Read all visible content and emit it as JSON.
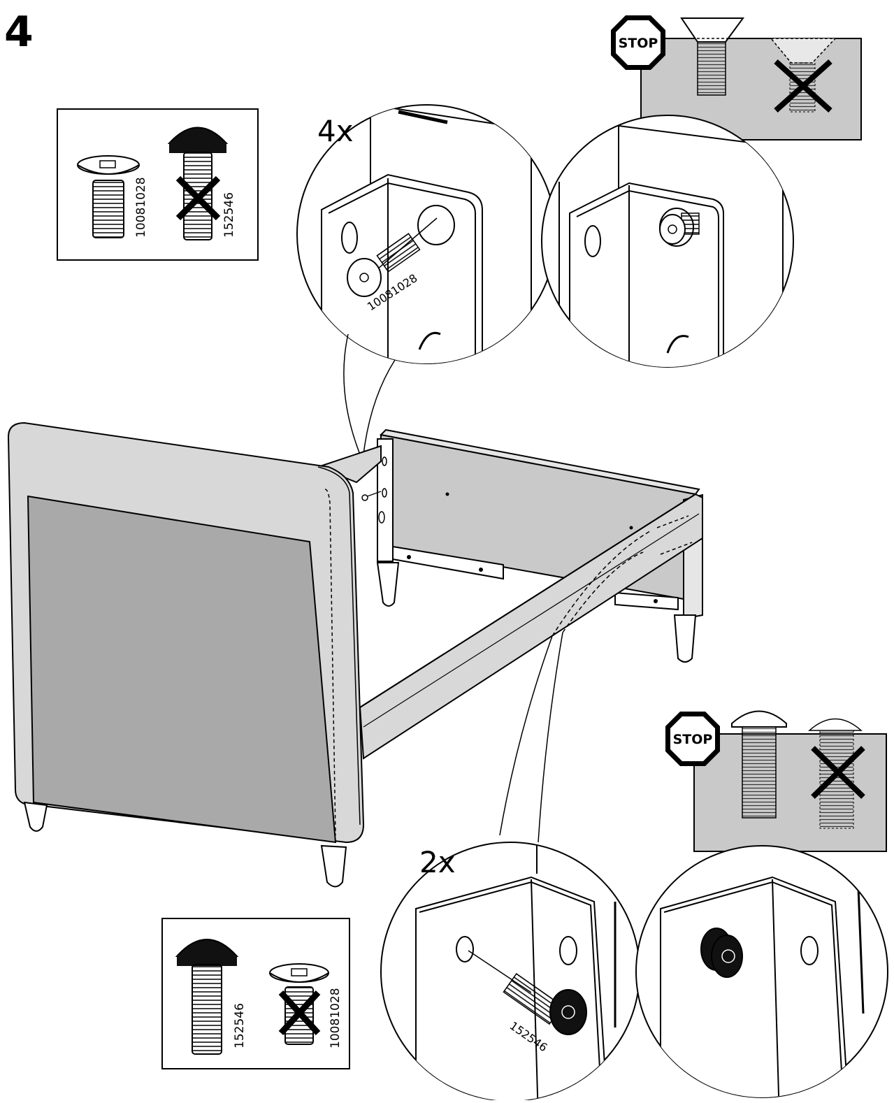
{
  "step": {
    "number": "4"
  },
  "callout_top": {
    "quantity": "4x",
    "part_id": "10081028"
  },
  "callout_bottom": {
    "quantity": "2x",
    "part_id": "152546"
  },
  "part_box_top": {
    "correct_part": "10081028",
    "wrong_part": "152546"
  },
  "part_box_bottom": {
    "correct_part": "152546",
    "wrong_part": "10081028"
  },
  "stop_top": {
    "label": "STOP"
  },
  "stop_bottom": {
    "label": "STOP"
  },
  "colors": {
    "panel_gray": "#c9c9c9",
    "headboard_dark": "#a9a9a9",
    "frame_light": "#d8d8d8",
    "line": "#000000"
  }
}
